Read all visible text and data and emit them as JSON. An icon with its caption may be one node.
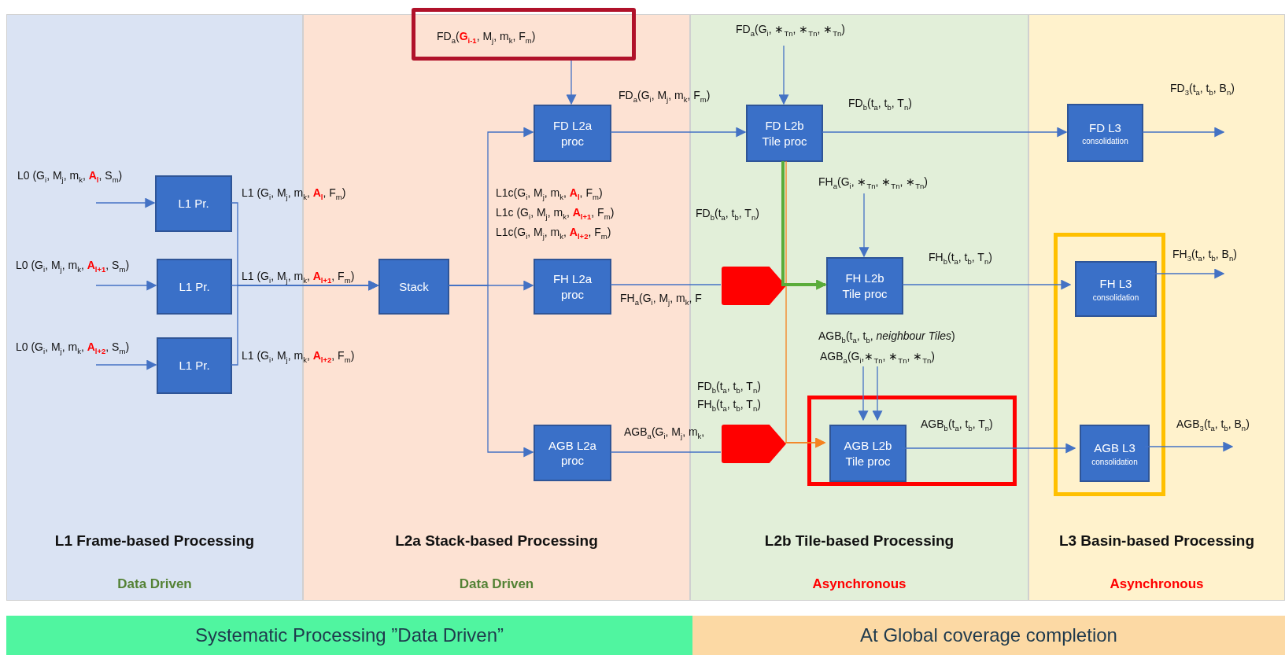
{
  "diagram": {
    "nodes": [
      {
        "text": [
          "L1 Frame-based Processing",
          "Data Driven"
        ]
      },
      {
        "text": [
          "L1 Pr."
        ],
        "in": 0
      },
      {
        "text": [
          "L1 Pr."
        ],
        "in": 0
      },
      {
        "text": [
          "L1 Pr."
        ],
        "in": 0
      },
      {
        "text": [
          "L2a Stack-based Processing",
          "Data Driven"
        ]
      },
      {
        "text": [
          "Stack"
        ],
        "in": 4
      },
      {
        "text": [
          "FD L2a proc"
        ],
        "in": 4
      },
      {
        "text": [
          "FH L2a proc"
        ],
        "in": 4
      },
      {
        "text": [
          "AGB L2a proc"
        ],
        "in": 4
      },
      {
        "text": [
          "FD$_{a}$(**G**$_{i-1}$, M$_{j}$, m$_{k}$, F$_{m}$)"
        ]
      },
      {
        "text": [
          "L2b Tile-based Processing",
          "Asynchronous"
        ]
      },
      {
        "text": [
          "FD L2b Tile proc"
        ],
        "in": 10
      },
      {
        "text": [
          "FH L2b Tile proc"
        ],
        "in": 10
      },
      {
        "text": [],
        "shape": "box",
        "in": 10
      },
      {
        "text": [
          "AGB L2b Tile proc"
        ],
        "in": 13
      },
      {
        "text": [],
        "shape": "pentagon",
        "in": 10
      },
      {
        "text": [],
        "shape": "pentagon",
        "in": 10
      },
      {
        "text": [
          "L3 Basin-based Processing",
          "Asynchronous"
        ]
      },
      {
        "text": [
          "FD L3",
          "consolidation"
        ],
        "in": 17
      },
      {
        "text": [],
        "shape": "box",
        "in": 17
      },
      {
        "text": [
          "FH L3",
          "consolidation"
        ],
        "in": 19
      },
      {
        "text": [
          "AGB L3",
          "consolidation"
        ],
        "in": 19
      },
      {
        "text": [
          "Systematic Processing ”Data Driven”"
        ]
      },
      {
        "text": [
          "At Global coverage completion"
        ]
      }
    ],
    "edges": [
      {
        "from": null,
        "to": 1,
        "arrow": "to",
        "label": "L0 (G$_{i}$, M$_{j}$, m$_{k}$, **A**$_{l}$, S$_{m}$)"
      },
      {
        "from": null,
        "to": 2,
        "arrow": "to",
        "label": "L0 (G$_{i}$, M$_{j}$, m$_{k}$, **A**$_{l+1}$, S$_{m}$)"
      },
      {
        "from": null,
        "to": 3,
        "arrow": "to",
        "label": "L0 (G$_{i}$, M$_{j}$, m$_{k}$, **A**$_{l+2}$, S$_{m}$)"
      },
      {
        "from": 1,
        "to": 5,
        "arrow": "to",
        "label": "L1 (G$_{i}$, M$_{j}$, m$_{k}$, **A**$_{l}$, F$_{m}$)"
      },
      {
        "from": 2,
        "to": 5,
        "arrow": "to",
        "label": "L1 (G$_{i}$, M$_{j}$, m$_{k}$, **A**$_{l+1}$, F$_{m}$)"
      },
      {
        "from": 3,
        "to": 5,
        "arrow": "to",
        "label": "L1 (G$_{i}$, M$_{j}$, m$_{k}$, **A**$_{l+2}$, F$_{m}$)"
      },
      {
        "from": 5,
        "to": 6,
        "arrow": "to"
      },
      {
        "from": 5,
        "to": 7,
        "arrow": "to"
      },
      {
        "from": 5,
        "to": 8,
        "arrow": "to"
      },
      {
        "from": 9,
        "to": 6,
        "arrow": "to"
      },
      {
        "from": 6,
        "to": 11,
        "arrow": "to",
        "label": "FD$_{a}$(G$_{i}$, M$_{j}$, m$_{k}$, F$_{m}$)"
      },
      {
        "from": null,
        "to": 11,
        "arrow": "to",
        "label": "FD$_{a}$(G$_{i}$, ∗$_{Tn}$, ∗$_{Tn}$, ∗$_{Tn}$)"
      },
      {
        "from": 11,
        "to": 18,
        "arrow": "to",
        "label": "FD$_{b}$(t$_{a}$, t$_{b}$, T$_{n}$)"
      },
      {
        "from": 18,
        "to": null,
        "arrow": "to",
        "label": "FD$_{3}$(t$_{a}$, t$_{b}$, B$_{n}$)"
      },
      {
        "from": 11,
        "to": 12,
        "arrow": "to",
        "style": "thick",
        "color": "#5aac3a",
        "label": "FD$_{b}$(t$_{a}$, t$_{b}$, T$_{n}$)"
      },
      {
        "from": 11,
        "to": 14,
        "arrow": "to",
        "color": "#f58220"
      },
      {
        "from": 7,
        "to": 15,
        "arrow": "none",
        "label": "FH$_{a}$(G$_{i}$, M$_{j}$, m$_{k}$, F"
      },
      {
        "from": 15,
        "to": 12,
        "arrow": "to",
        "style": "thick",
        "color": "#5aac3a"
      },
      {
        "from": 8,
        "to": 16,
        "arrow": "none",
        "label": "AGB$_{a}$(G$_{i}$, M$_{j}$, m$_{k}$,"
      },
      {
        "from": 16,
        "to": 14,
        "arrow": "to",
        "color": "#f58220"
      },
      {
        "from": null,
        "to": 12,
        "arrow": "to",
        "label": "FH$_{a}$(G$_{i}$, ∗$_{Tn}$, ∗$_{Tn}$, ∗$_{Tn}$)"
      },
      {
        "from": 12,
        "to": 20,
        "arrow": "to",
        "label": "FH$_{b}$(t$_{a}$, t$_{b}$, T$_{n}$)"
      },
      {
        "from": 20,
        "to": null,
        "arrow": "to",
        "label": "FH$_{3}$(t$_{a}$, t$_{b}$, B$_{n}$)"
      },
      {
        "from": null,
        "to": 14,
        "arrow": "to",
        "label": "AGB$_{b}$(t$_{a}$, t$_{b}$, *neighbour  Tiles*)"
      },
      {
        "from": null,
        "to": 14,
        "arrow": "to",
        "label": "AGB$_{a}$(G$_{i}$,∗$_{Tn}$, ∗$_{Tn}$, ∗$_{Tn}$)"
      },
      {
        "from": 14,
        "to": 21,
        "arrow": "to",
        "label": "AGB$_{b}$(t$_{a}$, t$_{b}$, T$_{n}$)"
      },
      {
        "from": 21,
        "to": null,
        "arrow": "to",
        "label": "AGB$_{3}$(t$_{a}$, t$_{b}$, B$_{n}$)"
      }
    ],
    "labels": [
      "L1c(G$_{i}$, M$_{j}$, m$_{k}$, **A**$_{l}$, F$_{m}$)",
      "L1c (G$_{i}$, M$_{j}$, m$_{k}$, **A**$_{l+1}$, F$_{m}$)",
      "L1c(G$_{i}$, M$_{j}$, m$_{k}$, **A**$_{l+2}$, F$_{m}$)",
      "FD$_{b}$(t$_{a}$, t$_{b}$, T$_{n}$)",
      "FH$_{b}$(t$_{a}$, t$_{b}$, T$_{n}$)"
    ]
  }
}
